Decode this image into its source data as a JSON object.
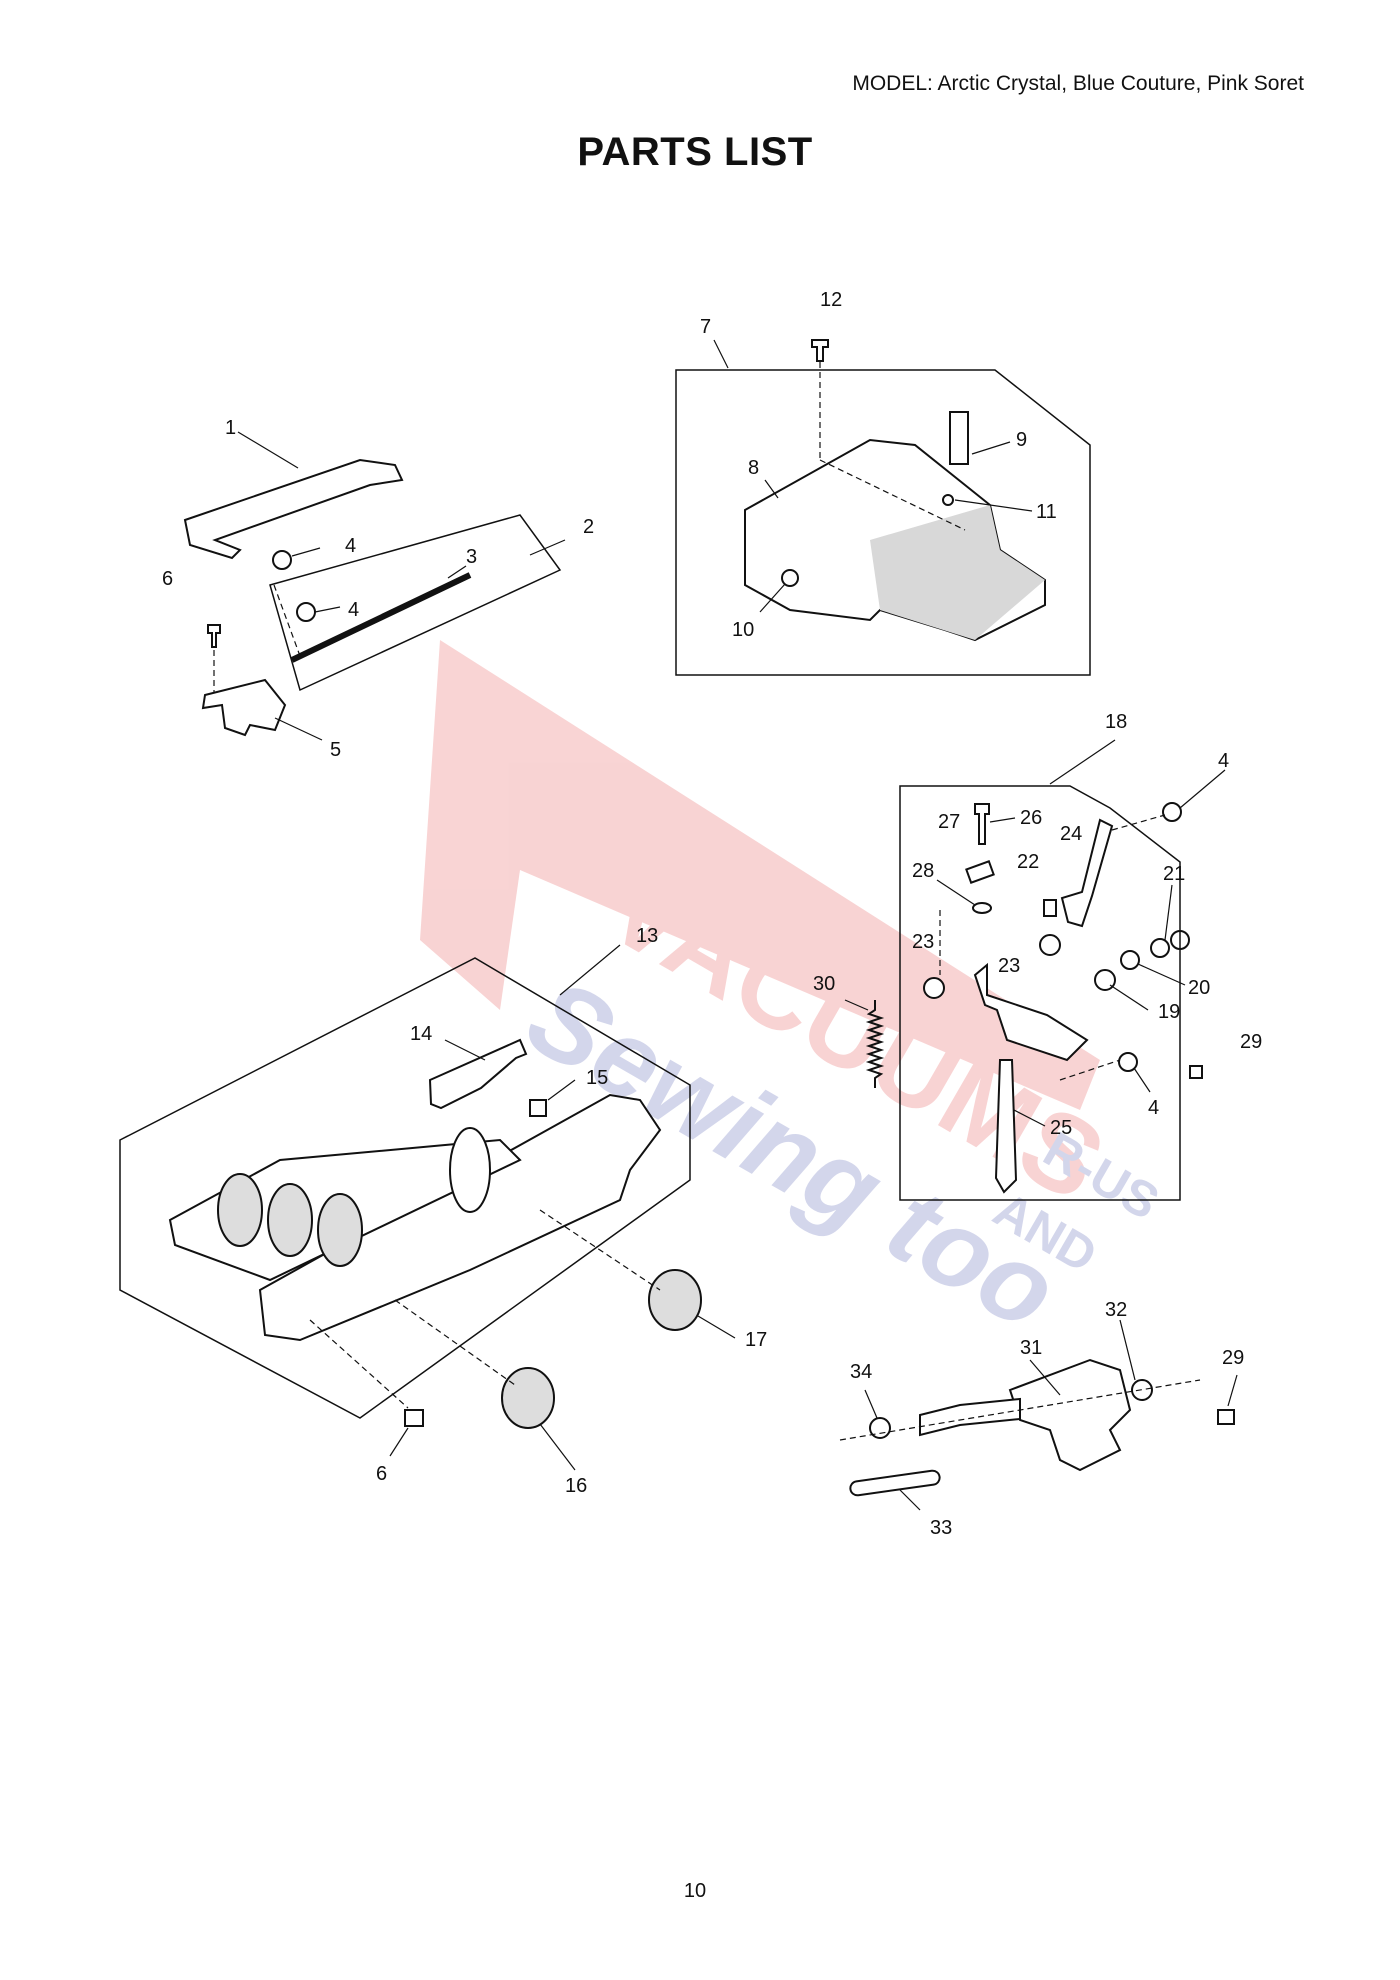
{
  "header": {
    "model": "MODEL: Arctic Crystal, Blue Couture, Pink Soret"
  },
  "title": "PARTS LIST",
  "page_number": "10",
  "watermark": {
    "lines": [
      "VACUUMS",
      "Sewing too",
      "R-US",
      "AND"
    ],
    "color": "#e23b3b",
    "color2": "#3d4aa8"
  },
  "callouts": {
    "c1": "1",
    "c2": "2",
    "c3": "3",
    "c4a": "4",
    "c4b": "4",
    "c4c": "4",
    "c4d": "4",
    "c5": "5",
    "c6a": "6",
    "c6b": "6",
    "c7": "7",
    "c8": "8",
    "c9": "9",
    "c10": "10",
    "c11": "11",
    "c12": "12",
    "c13": "13",
    "c14": "14",
    "c15": "15",
    "c16": "16",
    "c17": "17",
    "c18": "18",
    "c19": "19",
    "c20": "20",
    "c21": "21",
    "c22": "22",
    "c23a": "23",
    "c23b": "23",
    "c24": "24",
    "c25": "25",
    "c26": "26",
    "c27": "27",
    "c28": "28",
    "c29a": "29",
    "c29b": "29",
    "c30": "30",
    "c31": "31",
    "c32": "32",
    "c33": "33",
    "c34": "34"
  }
}
